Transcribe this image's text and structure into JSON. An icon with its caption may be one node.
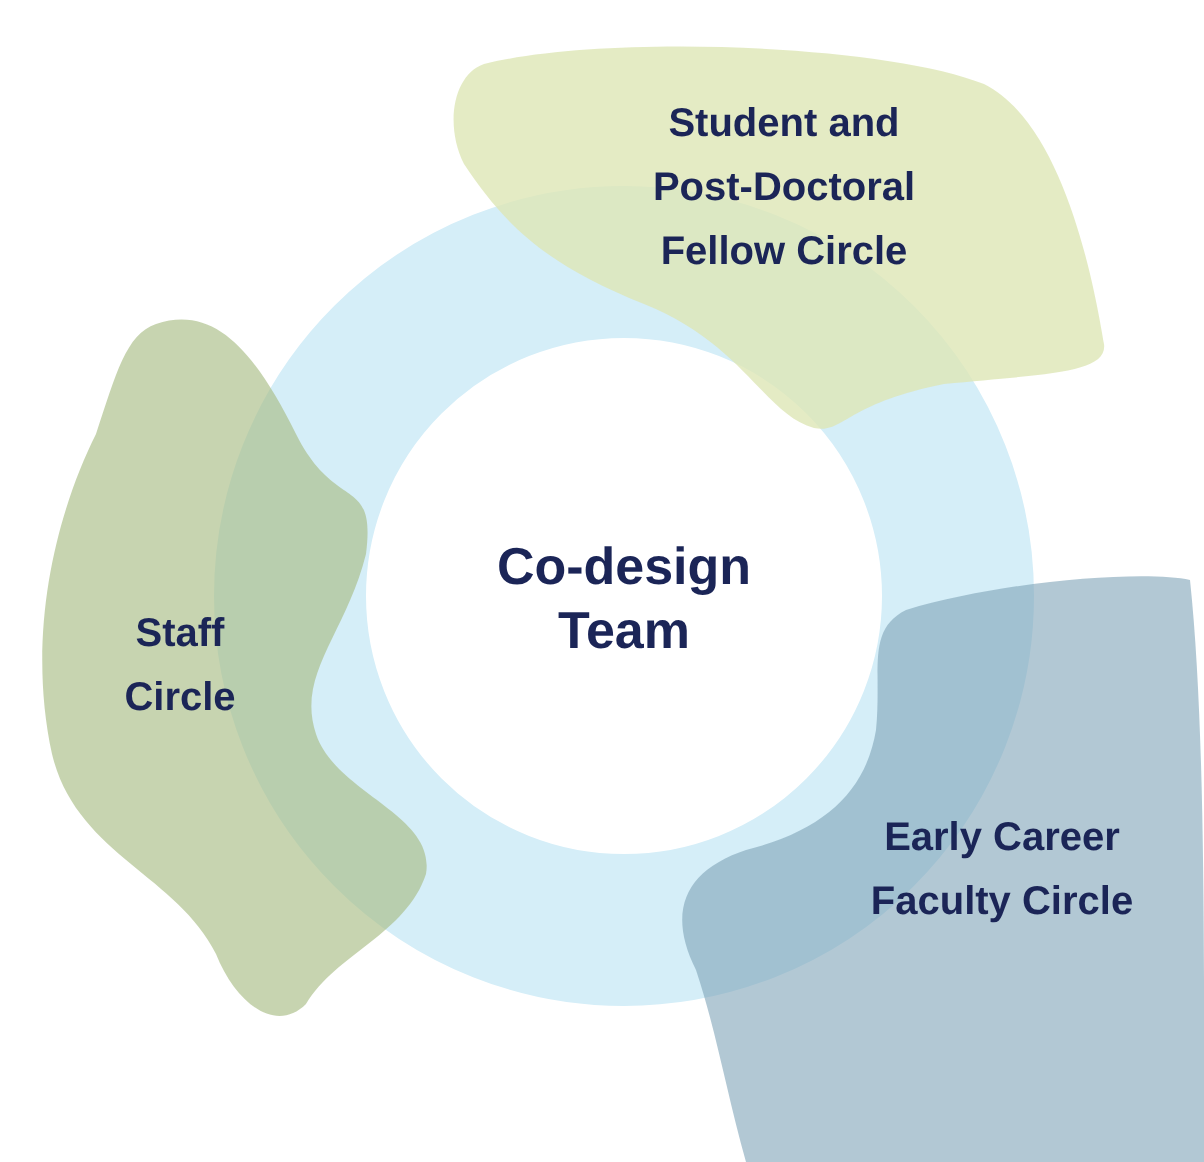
{
  "diagram": {
    "nodes": [
      {
        "text": [
          "Student and Post-Doctoral Fellow Circle"
        ]
      },
      {
        "text": [
          "Co-design Team"
        ]
      },
      {
        "text": [
          "Staff Circle"
        ]
      },
      {
        "text": [
          "Early Career Faculty Circle"
        ]
      }
    ]
  }
}
